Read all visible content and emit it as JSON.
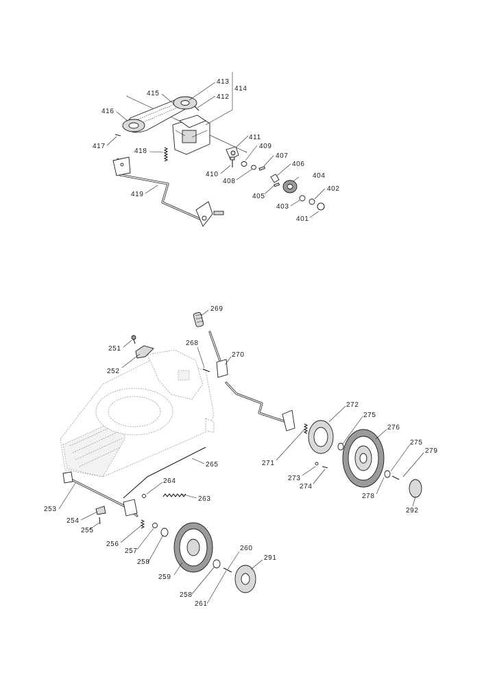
{
  "upper_labels": {
    "p413": "413",
    "p415": "415",
    "p412": "412",
    "p414": "414",
    "p416": "416",
    "p417": "417",
    "p418": "418",
    "p411": "411",
    "p409": "409",
    "p410": "410",
    "p407": "407",
    "p408": "408",
    "p406": "406",
    "p404": "404",
    "p405": "405",
    "p402": "402",
    "p403": "403",
    "p401": "401",
    "p419": "419"
  },
  "lower_labels": {
    "p269": "269",
    "p251": "251",
    "p268": "268",
    "p270": "270",
    "p252": "252",
    "p272": "272",
    "p275a": "275",
    "p276": "276",
    "p275b": "275",
    "p279": "279",
    "p271": "271",
    "p273": "273",
    "p274": "274",
    "p278": "278",
    "p292": "292",
    "p265": "265",
    "p264": "264",
    "p263": "263",
    "p253": "253",
    "p254": "254",
    "p255": "255",
    "p256": "256",
    "p257": "257",
    "p258a": "258",
    "p260": "260",
    "p291": "291",
    "p259": "259",
    "p258b": "258",
    "p261": "261"
  }
}
